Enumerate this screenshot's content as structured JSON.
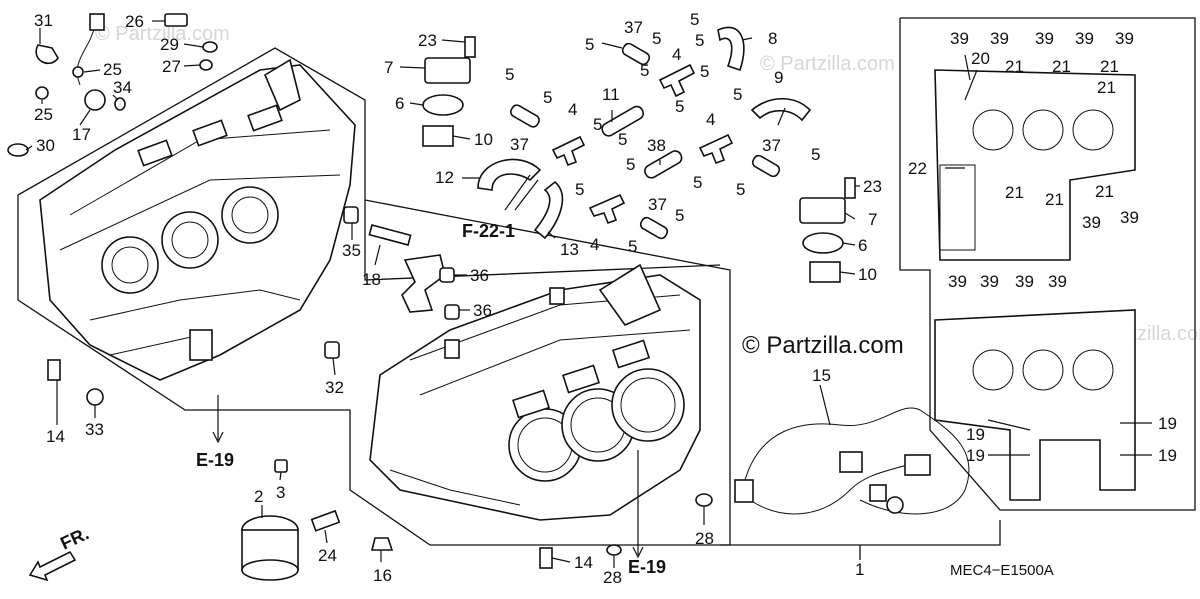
{
  "diagram": {
    "watermark": "© Partzilla.com",
    "faint_watermark": "© Partzilla.com",
    "diagram_code": "MEC4−E1500A",
    "references": {
      "e19_left": "E-19",
      "e19_right": "E-19",
      "f22_1": "F-22-1",
      "front": "FR."
    },
    "callouts": [
      {
        "id": "c31",
        "text": "31"
      },
      {
        "id": "c26",
        "text": "26"
      },
      {
        "id": "c29",
        "text": "29"
      },
      {
        "id": "c27",
        "text": "27"
      },
      {
        "id": "c25a",
        "text": "25"
      },
      {
        "id": "c25b",
        "text": "25"
      },
      {
        "id": "c34",
        "text": "34"
      },
      {
        "id": "c17",
        "text": "17"
      },
      {
        "id": "c30",
        "text": "30"
      },
      {
        "id": "c23a",
        "text": "23"
      },
      {
        "id": "c7a",
        "text": "7"
      },
      {
        "id": "c6a",
        "text": "6"
      },
      {
        "id": "c10a",
        "text": "10"
      },
      {
        "id": "c12",
        "text": "12"
      },
      {
        "id": "c13",
        "text": "13"
      },
      {
        "id": "c37a",
        "text": "37"
      },
      {
        "id": "c5a",
        "text": "5"
      },
      {
        "id": "c5b",
        "text": "5"
      },
      {
        "id": "c4a",
        "text": "4"
      },
      {
        "id": "c5c",
        "text": "5"
      },
      {
        "id": "c5d",
        "text": "5"
      },
      {
        "id": "c8",
        "text": "8"
      },
      {
        "id": "c5e",
        "text": "5"
      },
      {
        "id": "c5f",
        "text": "5"
      },
      {
        "id": "c5g",
        "text": "5"
      },
      {
        "id": "c11",
        "text": "11"
      },
      {
        "id": "c5h",
        "text": "5"
      },
      {
        "id": "c4b",
        "text": "4"
      },
      {
        "id": "c37b",
        "text": "37"
      },
      {
        "id": "c5i",
        "text": "5"
      },
      {
        "id": "c5j",
        "text": "5"
      },
      {
        "id": "c9",
        "text": "9"
      },
      {
        "id": "c5k",
        "text": "5"
      },
      {
        "id": "c38",
        "text": "38"
      },
      {
        "id": "c4c",
        "text": "4"
      },
      {
        "id": "c5l",
        "text": "5"
      },
      {
        "id": "c37c",
        "text": "37"
      },
      {
        "id": "c5m",
        "text": "5"
      },
      {
        "id": "c5n",
        "text": "5"
      },
      {
        "id": "c5o",
        "text": "5"
      },
      {
        "id": "c5p",
        "text": "5"
      },
      {
        "id": "c5q",
        "text": "5"
      },
      {
        "id": "c4d",
        "text": "4"
      },
      {
        "id": "c37d",
        "text": "37"
      },
      {
        "id": "c5r",
        "text": "5"
      },
      {
        "id": "c5s",
        "text": "5"
      },
      {
        "id": "c23b",
        "text": "23"
      },
      {
        "id": "c7b",
        "text": "7"
      },
      {
        "id": "c6b",
        "text": "6"
      },
      {
        "id": "c10b",
        "text": "10"
      },
      {
        "id": "c35",
        "text": "35"
      },
      {
        "id": "c18",
        "text": "18"
      },
      {
        "id": "c36a",
        "text": "36"
      },
      {
        "id": "c36b",
        "text": "36"
      },
      {
        "id": "c32",
        "text": "32"
      },
      {
        "id": "c14a",
        "text": "14"
      },
      {
        "id": "c33",
        "text": "33"
      },
      {
        "id": "c3",
        "text": "3"
      },
      {
        "id": "c2",
        "text": "2"
      },
      {
        "id": "c24",
        "text": "24"
      },
      {
        "id": "c16",
        "text": "16"
      },
      {
        "id": "c14b",
        "text": "14"
      },
      {
        "id": "c28a",
        "text": "28"
      },
      {
        "id": "c28b",
        "text": "28"
      },
      {
        "id": "c15",
        "text": "15"
      },
      {
        "id": "c1",
        "text": "1"
      },
      {
        "id": "c39a",
        "text": "39"
      },
      {
        "id": "c20",
        "text": "20"
      },
      {
        "id": "c39b",
        "text": "39"
      },
      {
        "id": "c39c",
        "text": "39"
      },
      {
        "id": "c39d",
        "text": "39"
      },
      {
        "id": "c39e",
        "text": "39"
      },
      {
        "id": "c21a",
        "text": "21"
      },
      {
        "id": "c21b",
        "text": "21"
      },
      {
        "id": "c21c",
        "text": "21"
      },
      {
        "id": "c21d",
        "text": "21"
      },
      {
        "id": "c22",
        "text": "22"
      },
      {
        "id": "c21e",
        "text": "21"
      },
      {
        "id": "c21f",
        "text": "21"
      },
      {
        "id": "c21g",
        "text": "21"
      },
      {
        "id": "c39f",
        "text": "39"
      },
      {
        "id": "c39g",
        "text": "39"
      },
      {
        "id": "c39h",
        "text": "39"
      },
      {
        "id": "c39i",
        "text": "39"
      },
      {
        "id": "c39j",
        "text": "39"
      },
      {
        "id": "c39k",
        "text": "39"
      },
      {
        "id": "c19a",
        "text": "19"
      },
      {
        "id": "c19b",
        "text": "19"
      },
      {
        "id": "c19c",
        "text": "19"
      },
      {
        "id": "c19d",
        "text": "19"
      }
    ]
  }
}
